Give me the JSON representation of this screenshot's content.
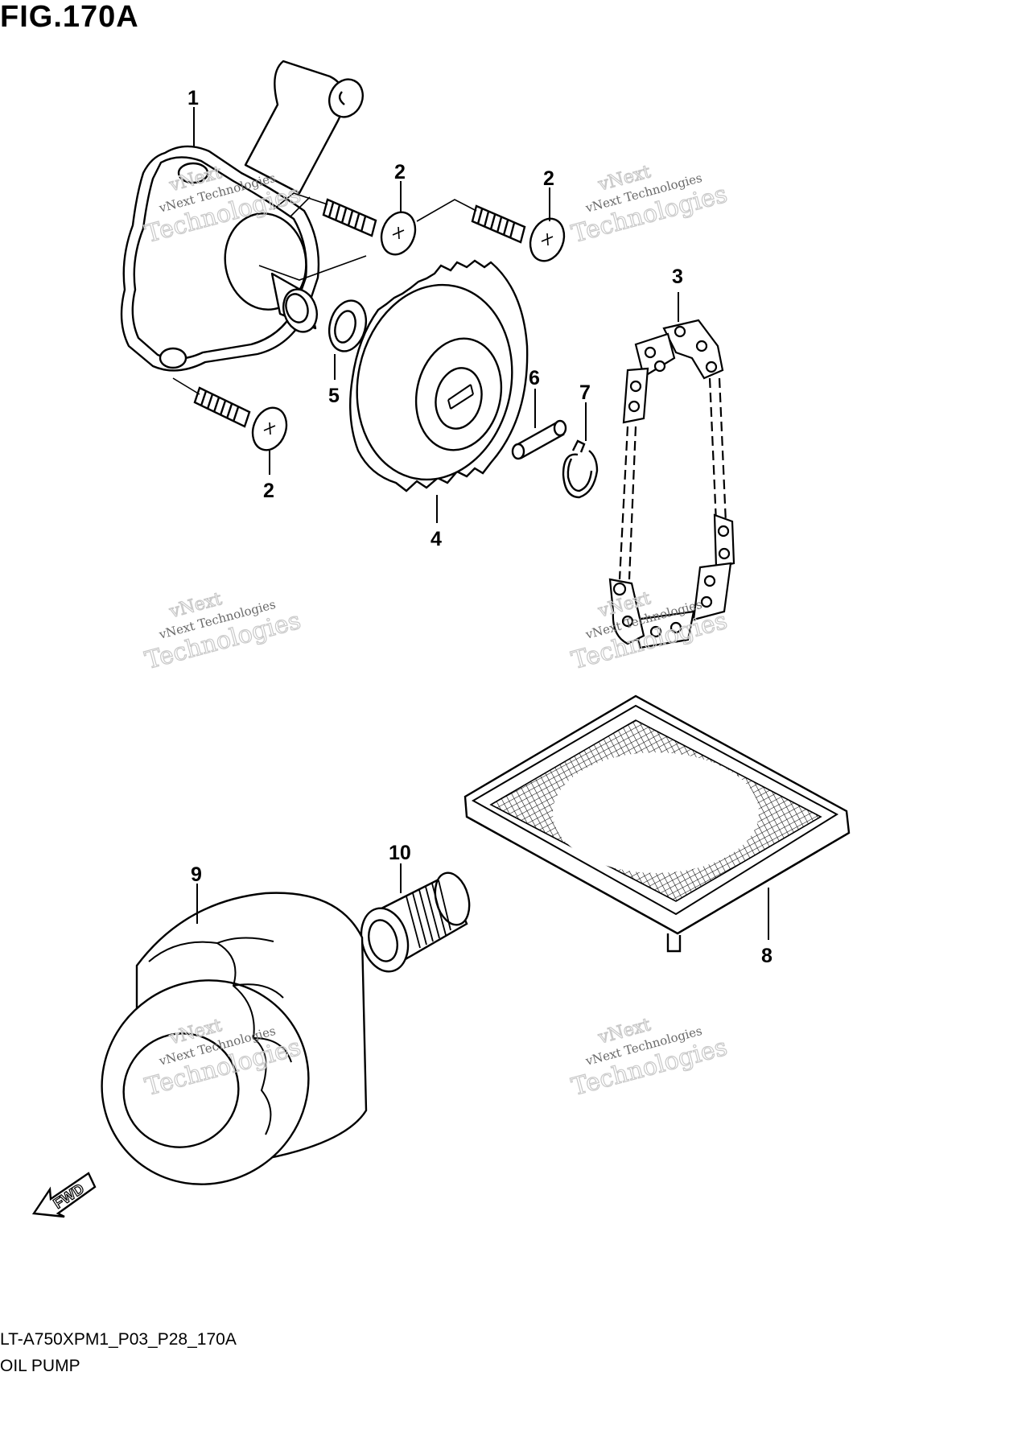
{
  "figure": {
    "title": "FIG.170A"
  },
  "footer": {
    "code": "LT-A750XPM1_P03_P28_170A",
    "name": "OIL PUMP"
  },
  "fwd_label": "FWD",
  "watermark": {
    "line1": "vNext Technologies",
    "line2": "Technologies",
    "line3": "vNext"
  },
  "callouts": [
    "1",
    "2",
    "2",
    "3",
    "2",
    "5",
    "4",
    "6",
    "7",
    "9",
    "10",
    "8"
  ],
  "colors": {
    "ink": "#000000",
    "watermark": "#c9c9c9"
  }
}
